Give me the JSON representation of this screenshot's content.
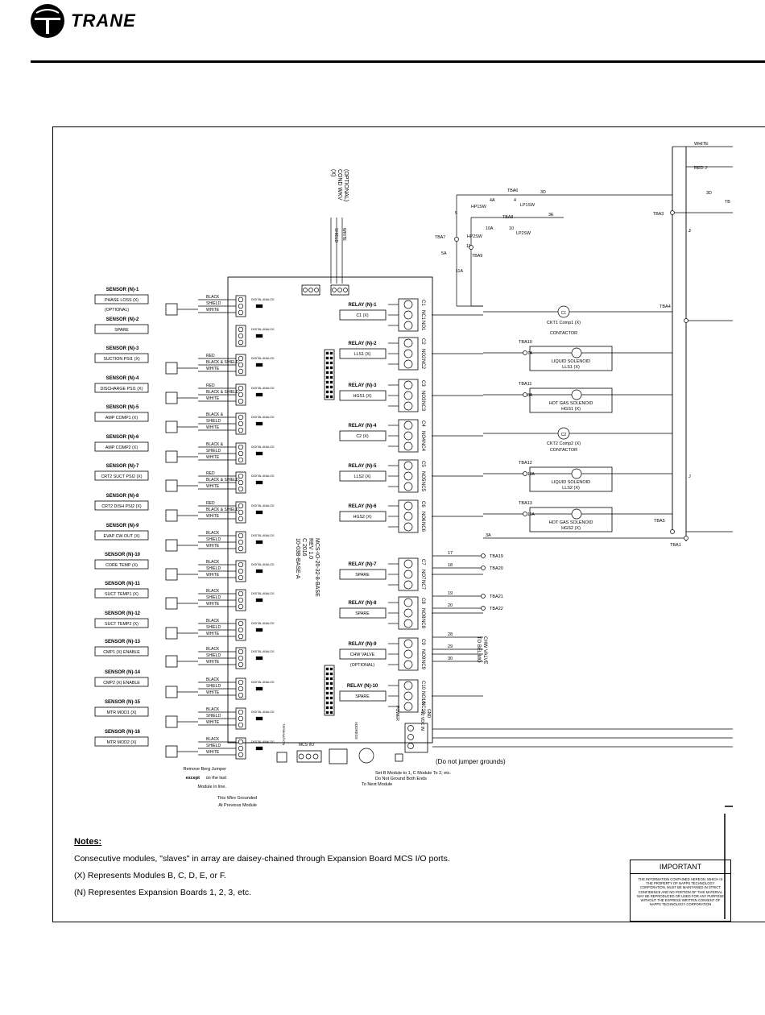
{
  "brand": "TRANE",
  "board": {
    "lines": [
      "MCS-IO-20-32-8-BASE",
      "REV 1.0",
      "C 2016",
      "10-03B-BASE-A"
    ],
    "mcs_io": "MCS I/O",
    "termination": "TERMINATION",
    "address": "ADDRESS",
    "power": "POWER",
    "power_terms": [
      "+12 VDC IN",
      "GND"
    ],
    "digital_analog": "DIGITAL ANALOG"
  },
  "top": {
    "optional_label": [
      "(OPTIONAL)",
      "COND WKV",
      "(X)"
    ],
    "shield": "SHIELD",
    "white_vert": "WHITE",
    "white_bus": "WHITE",
    "red_j": "RED  J",
    "labels": [
      "TBA6",
      "3D",
      "4A",
      "4",
      "HP1SW",
      "LP1SW",
      "3E",
      "TBA8",
      "10A",
      "10",
      "HP2SW",
      "LP2SW",
      "5",
      "11",
      "TBA7",
      "5A",
      "TBA9",
      "11A",
      "TBA3",
      "3D",
      "J",
      "TB"
    ]
  },
  "sensors": [
    {
      "title": "SENSOR (N)-1",
      "box": "PHASE LOSS (X)",
      "sub": "(OPTIONAL)",
      "wires": [
        "BLACK",
        "SHIELD",
        "WHITE"
      ]
    },
    {
      "title": "SENSOR (N)-2",
      "box": "SPARE",
      "sub": "",
      "wires": []
    },
    {
      "title": "SENSOR (N)-3",
      "box": "SUCTION PSI1 (X)",
      "sub": "",
      "wires": [
        "RED",
        "BLACK & SHIELD",
        "WHITE"
      ]
    },
    {
      "title": "SENSOR (N)-4",
      "box": "DISCHARGE PSI1 (X)",
      "sub": "",
      "wires": [
        "RED",
        "BLACK & SHIELD",
        "WHITE"
      ]
    },
    {
      "title": "SENSOR (N)-5",
      "box": "AMP COMP1 (X)",
      "sub": "",
      "wires": [
        "BLACK &",
        "SHIELD",
        "WHITE"
      ]
    },
    {
      "title": "SENSOR (N)-6",
      "box": "AMP COMP2 (X)",
      "sub": "",
      "wires": [
        "BLACK &",
        "SHIELD",
        "WHITE"
      ]
    },
    {
      "title": "SENSOR (N)-7",
      "box": "CRT2 SUCT PSI2 (X)",
      "sub": "",
      "wires": [
        "RED",
        "BLACK & SHIELD",
        "WHITE"
      ]
    },
    {
      "title": "SENSOR (N)-8",
      "box": "CRT2 DISH PSI2 (X)",
      "sub": "",
      "wires": [
        "RED",
        "BLACK & SHIELD",
        "WHITE"
      ]
    },
    {
      "title": "SENSOR (N)-9",
      "box": "EVAP CW OUT (X)",
      "sub": "",
      "wires": [
        "BLACK",
        "SHIELD",
        "WHITE"
      ]
    },
    {
      "title": "SENSOR (N)-10",
      "box": "CORE TEMP (X)",
      "sub": "",
      "wires": [
        "BLACK",
        "SHIELD",
        "WHITE"
      ]
    },
    {
      "title": "SENSOR (N)-11",
      "box": "SUCT TEMP1 (X)",
      "sub": "",
      "wires": [
        "BLACK",
        "SHIELD",
        "WHITE"
      ]
    },
    {
      "title": "SENSOR (N)-12",
      "box": "SUCT TEMP2 (X)",
      "sub": "",
      "wires": [
        "BLACK",
        "SHIELD",
        "WHITE"
      ]
    },
    {
      "title": "SENSOR (N)-13",
      "box": "CMP1 (X) ENABLE",
      "sub": "",
      "wires": [
        "BLACK",
        "SHIELD",
        "WHITE"
      ]
    },
    {
      "title": "SENSOR (N)-14",
      "box": "CMP2 (X) ENABLE",
      "sub": "",
      "wires": [
        "BLACK",
        "SHIELD",
        "WHITE"
      ]
    },
    {
      "title": "SENSOR (N)-15",
      "box": "MTR MOD1 (X)",
      "sub": "",
      "wires": [
        "BLACK",
        "SHIELD",
        "WHITE"
      ]
    },
    {
      "title": "SENSOR (N)-16",
      "box": "MTR MOD2 (X)",
      "sub": "",
      "wires": [
        "BLACK",
        "SHIELD",
        "WHITE"
      ]
    }
  ],
  "relays": [
    {
      "title": "RELAY (N)-1",
      "box": "C1 (X)",
      "sub": "",
      "pins": [
        "C1",
        "NC1",
        "NO1"
      ]
    },
    {
      "title": "RELAY (N)-2",
      "box": "LLS1 (X)",
      "sub": "",
      "pins": [
        "C2",
        "NO2",
        "NC2"
      ]
    },
    {
      "title": "RELAY (N)-3",
      "box": "HGS1 (X)",
      "sub": "",
      "pins": [
        "C3",
        "NO3",
        "NC3"
      ]
    },
    {
      "title": "RELAY (N)-4",
      "box": "C2  (X)",
      "sub": "",
      "pins": [
        "C4",
        "NO4",
        "NC4"
      ]
    },
    {
      "title": "RELAY (N)-5",
      "box": "LLS2 (X)",
      "sub": "",
      "pins": [
        "C5",
        "NO5",
        "NC5"
      ]
    },
    {
      "title": "RELAY (N)-6",
      "box": "HGS2 (X)",
      "sub": "",
      "pins": [
        "C6",
        "NO6",
        "NC6"
      ]
    },
    {
      "title": "RELAY (N)-7",
      "box": "SPARE",
      "sub": "",
      "pins": [
        "C7",
        "NO7",
        "NC7"
      ]
    },
    {
      "title": "RELAY (N)-8",
      "box": "SPARE",
      "sub": "",
      "pins": [
        "C8",
        "NO8",
        "NC8"
      ]
    },
    {
      "title": "RELAY (N)-9",
      "box": "CHW VALVE",
      "sub": "(OPTIONAL)",
      "pins": [
        "C9",
        "NO9",
        "NC9"
      ]
    },
    {
      "title": "RELAY (N)-10",
      "box": "SPARE",
      "sub": "",
      "pins": [
        "C10",
        "NO10",
        "NC10"
      ]
    }
  ],
  "loads": {
    "c1": {
      "circle": "C1",
      "label": "CKT1 Comp1 (X)",
      "sub": "CONTACTOR"
    },
    "lls1": {
      "tba": "TBA10",
      "term": "7A",
      "label": "LIQUID SOLENOID",
      "sub": "LLS1 (X)"
    },
    "hgs1": {
      "tba": "TBA11",
      "term": "8A",
      "label": "HOT GAS SOLENOID",
      "sub": "HGS1 (X)"
    },
    "c2": {
      "circle": "C2",
      "label": "CKT2 Comp2 (X)",
      "sub": "CONTACTOR"
    },
    "lls2": {
      "tba": "TBA12",
      "term": "13A",
      "label": "LIQUID SOLENOID",
      "sub": "LLS2 (X)"
    },
    "hgs2": {
      "tba": "TBA13",
      "term": "15A",
      "label": "HOT GAS SOLENOID",
      "sub": "HGS2 (X)"
    },
    "tba4": "TBA4",
    "tba5": "TBA5",
    "tba1": "TBA1",
    "j": "J",
    "j2": "J",
    "n3a": "3A"
  },
  "terminals": [
    {
      "num": "17",
      "tba": "TBA19"
    },
    {
      "num": "18",
      "tba": "TBA20"
    },
    {
      "num": "19",
      "tba": "TBA21"
    },
    {
      "num": "20",
      "tba": "TBA22"
    },
    {
      "num": "28",
      "tba": ""
    },
    {
      "num": "29",
      "tba": ""
    },
    {
      "num": "30",
      "tba": ""
    }
  ],
  "belimo": [
    "TO BELIMO",
    "CHW VALVE"
  ],
  "bottom": {
    "no_jumper": "(Do not jumper grounds)",
    "set_b": "Set B Module to 1, C Module To 2, etc.",
    "no_ground": "Do Not Ground Both Ends",
    "next_module": "To Next Module",
    "remove_berg": "Remove Berg Jumper",
    "except": "except",
    "on_last": "on the last",
    "module_in_line": "Module in line.",
    "wire_grounded": "This Wire Grounded",
    "at_previous": "At Previous Module"
  },
  "notes": {
    "title": "Notes:",
    "lines": [
      "Consecutive modules, \"slaves\" in array are daisey-chained through Expansion Board MCS I/O ports.",
      "(X) Represents Modules B, C, D, E, or F.",
      "(N) Representes Expansion Boards 1, 2, 3, etc."
    ]
  },
  "important": {
    "title": "IMPORTANT",
    "body": "THE INFORMATION CONTAINED HEREON, WHICH IS THE PROPERTY OF NAPPS TECHNOLOGY CORPORATION, MUST BE MAINTAINED IN STRICT CONFIDENCE AND NO PORTION OF THIS MATERIAL MAY BE REPRODUCED OR USED FOR ANY PURPOSE WITHOUT THE EXPRESS WRITTEN CONSENT OF NAPPS TECHNOLOGY CORPORATION"
  }
}
